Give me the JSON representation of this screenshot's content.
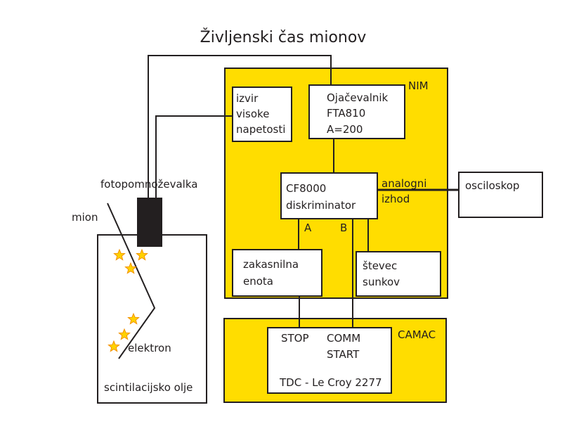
{
  "title": "Življenski čas mionov",
  "colors": {
    "crate": "#FFDD00",
    "line": "#231f20",
    "pmt": "#231f20",
    "star_fill": "#FFD200",
    "star_stroke": "#F39200"
  },
  "nim": {
    "label": "NIM",
    "hv_supply": [
      "izvir",
      "visoke",
      "napetosti"
    ],
    "amplifier": [
      "Ojačevalnik",
      "FTA810",
      "A=200"
    ],
    "discriminator": [
      "CF8000",
      "diskriminator"
    ],
    "output_a": "A",
    "output_b": "B",
    "delay_unit": [
      "zakasnilna",
      "enota"
    ],
    "counter": [
      "števec",
      "sunkov"
    ],
    "analog_out": [
      "analogni",
      "izhod"
    ]
  },
  "oscilloscope": "osciloskop",
  "camac": {
    "label": "CAMAC",
    "stop": "STOP",
    "start": [
      "COMM",
      "START"
    ],
    "tdc": "TDC - Le Croy 2277"
  },
  "detector": {
    "pmt_label": "fotopomnoževalka",
    "muon_label": "mion",
    "electron_label": "elektron",
    "oil_label": "scintilacijsko olje"
  }
}
